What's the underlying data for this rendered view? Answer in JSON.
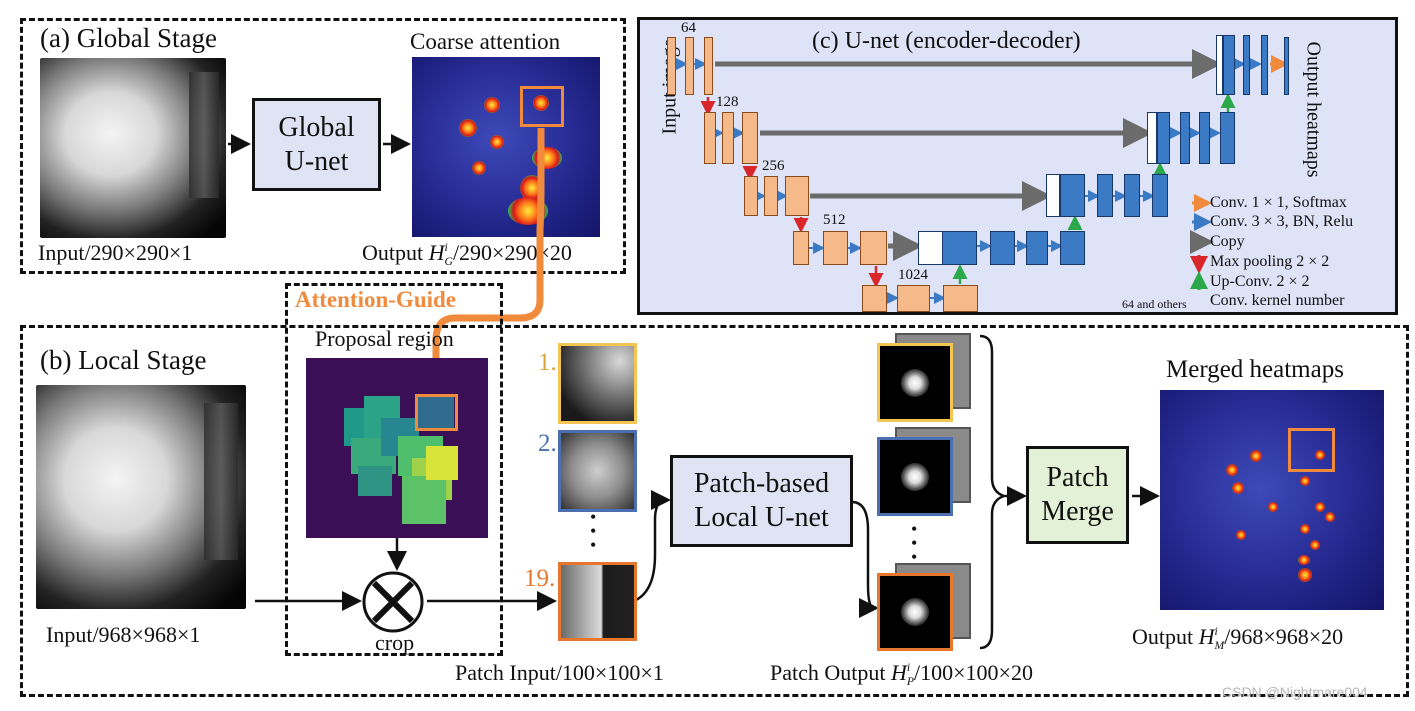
{
  "global_stage": {
    "title": "(a) Global Stage",
    "unet_label_1": "Global",
    "unet_label_2": "U-net",
    "input_caption": "Input/290×290×1",
    "output_title": "Coarse attention",
    "output_caption_prefix": "Output ",
    "output_caption_h": "H",
    "output_caption_sup": "i",
    "output_caption_sub": "G",
    "output_caption_suffix": "/290×290×20"
  },
  "attention_guide": {
    "title": "Attention-Guide",
    "proposal_title": "Proposal region",
    "crop_label": "crop"
  },
  "local_stage": {
    "title": "(b) Local Stage",
    "input_caption": "Input/968×968×1",
    "patch_numbers": [
      "1.",
      "2.",
      "19."
    ],
    "ellipsis": "•\n•\n•",
    "local_unet_1": "Patch-based",
    "local_unet_2": "Local U-net",
    "patch_input_caption": "Patch Input/100×100×1",
    "patch_output_prefix": "Patch Output ",
    "patch_output_h": "H",
    "patch_output_sup": "i",
    "patch_output_sub": "P",
    "patch_output_suffix": "/100×100×20",
    "merge_1": "Patch",
    "merge_2": "Merge",
    "merged_title": "Merged heatmaps",
    "merged_prefix": "Output ",
    "merged_h": "H",
    "merged_sup": "i",
    "merged_sub": "M",
    "merged_suffix": "/968×968×20"
  },
  "unet": {
    "title": "(c) U-net (encoder-decoder)",
    "input_label": "Input image",
    "output_label": "Output heatmaps",
    "channels": [
      "64",
      "128",
      "256",
      "512",
      "1024"
    ],
    "legend": [
      {
        "text": "Conv. 1 × 1, Softmax",
        "color": "#f08a3c"
      },
      {
        "text": "Conv. 3 × 3, BN, Relu",
        "color": "#3b7ac4"
      },
      {
        "text": "Copy",
        "color": "#6b6b6b"
      },
      {
        "text": "Max pooling 2 × 2",
        "color": "#d8262a"
      },
      {
        "text": "Up-Conv. 2 × 2",
        "color": "#2aa84a"
      }
    ],
    "kernel_note_small": "64 and others",
    "kernel_note": "Conv. kernel number"
  },
  "colors": {
    "orange": "#f08a3c",
    "patch_yellow": "#f3c653",
    "patch_blue": "#4b6fb0",
    "patch_orange": "#e8772e",
    "unet_box_fill": "#dfe3f3",
    "merge_fill": "#e3f1d7"
  },
  "watermark": "CSDN @Nightmare004"
}
